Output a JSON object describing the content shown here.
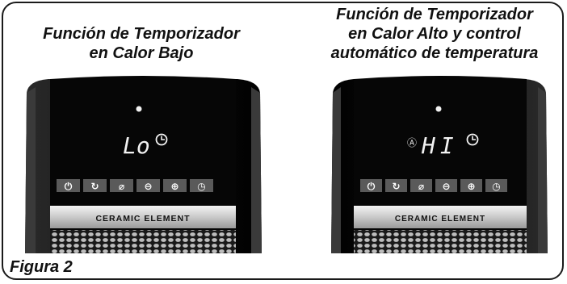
{
  "figure_label": "Figura 2",
  "left_panel": {
    "caption": "Función de Temporizador\nen Calor Bajo",
    "display_text": "Lo",
    "band_label": "CERAMIC ELEMENT",
    "timer_indicator_icon": "clock-icon",
    "buttons": [
      {
        "icon": "power-icon",
        "glyph": "⏻"
      },
      {
        "icon": "oscillate-icon",
        "glyph": "↻"
      },
      {
        "icon": "fan-mode-icon",
        "glyph": "⌀"
      },
      {
        "icon": "minus-icon",
        "glyph": "⊖"
      },
      {
        "icon": "plus-icon",
        "glyph": "⊕"
      },
      {
        "icon": "timer-icon",
        "glyph": "◷"
      }
    ]
  },
  "right_panel": {
    "caption": "Función de Temporizador\nen Calor Alto y control\nautomático de temperatura",
    "display_text": "HI",
    "band_label": "CERAMIC ELEMENT",
    "auto_indicator_icon": "auto-mode-icon",
    "auto_indicator_glyph": "Ⓐ",
    "timer_indicator_icon": "clock-icon",
    "buttons": [
      {
        "icon": "power-icon",
        "glyph": "⏻"
      },
      {
        "icon": "oscillate-icon",
        "glyph": "↻"
      },
      {
        "icon": "fan-mode-icon",
        "glyph": "⌀"
      },
      {
        "icon": "minus-icon",
        "glyph": "⊖"
      },
      {
        "icon": "plus-icon",
        "glyph": "⊕"
      },
      {
        "icon": "timer-icon",
        "glyph": "◷"
      }
    ]
  },
  "colors": {
    "body_dark": "#141414",
    "panel_black": "#050505",
    "button_gray": "#5a5a5a",
    "band_light": "#d8d8d8",
    "display_white": "#f2f2f2"
  }
}
